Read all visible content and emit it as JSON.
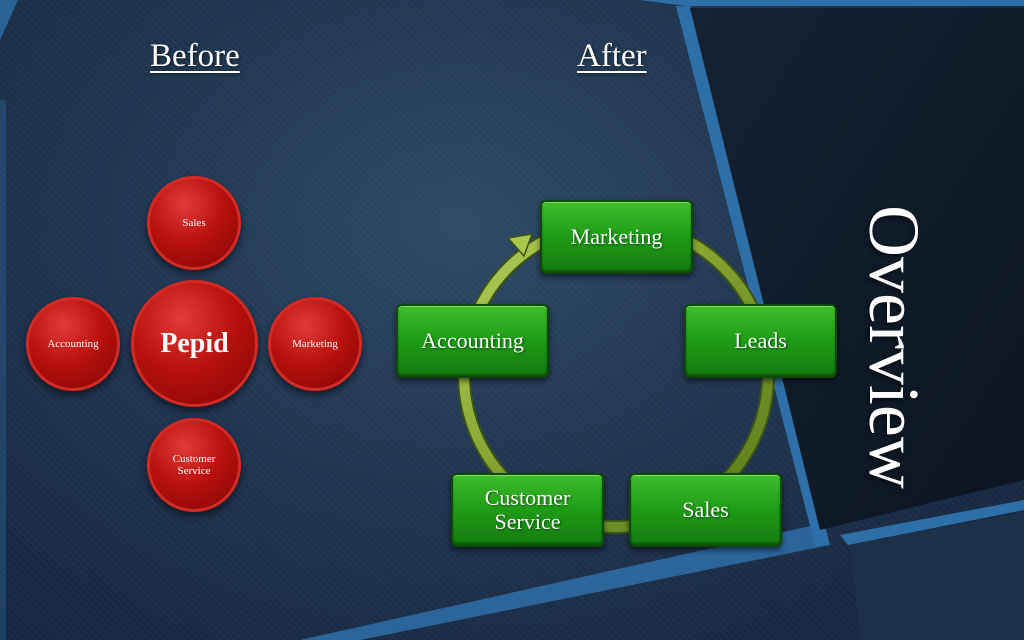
{
  "slide": {
    "before_heading": "Before",
    "after_heading": "After",
    "side_title": "Overview"
  },
  "before": {
    "center": "Pepid",
    "nodes": {
      "sales": "Sales",
      "accounting": "Accounting",
      "marketing": "Marketing",
      "customer_service": "Customer Service"
    }
  },
  "after": {
    "cycle": {
      "marketing": "Marketing",
      "leads": "Leads",
      "sales": "Sales",
      "customer_service": "Customer Service",
      "accounting": "Accounting"
    }
  },
  "colors": {
    "background": "#1f3550",
    "panel_dark": "#0f1b2a",
    "accent_blue": "#2f6fa8",
    "node_red": "#b8100d",
    "node_green": "#1e9c16",
    "cycle_arrow": "#8fb03a"
  }
}
